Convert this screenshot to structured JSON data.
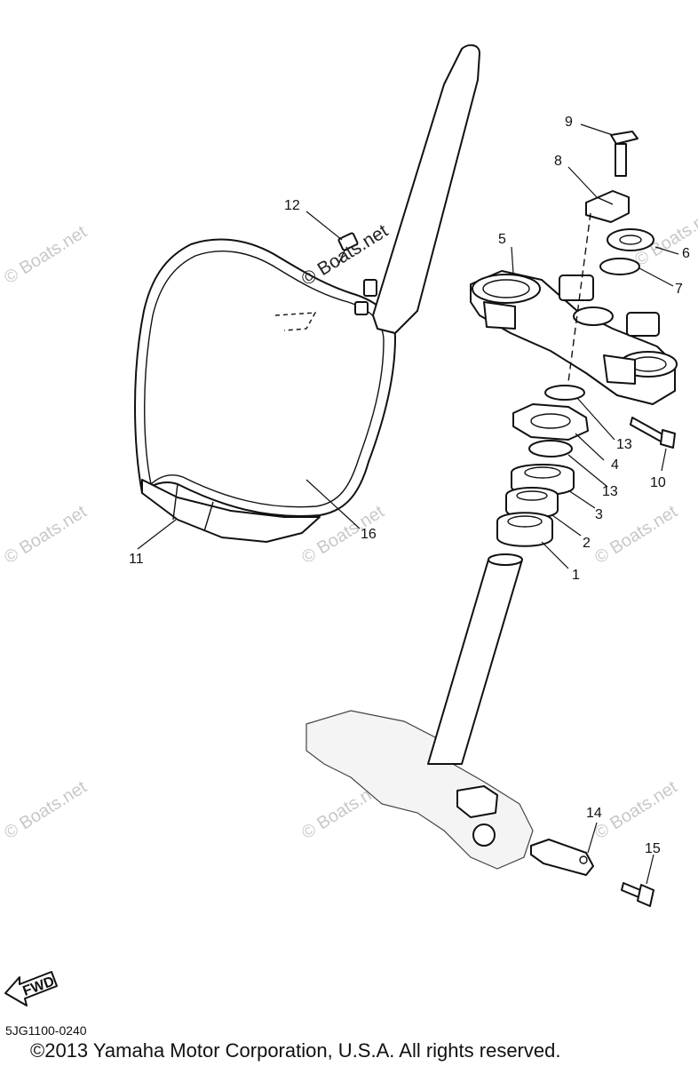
{
  "callouts": {
    "c1": "1",
    "c2": "2",
    "c3": "3",
    "c4": "4",
    "c5": "5",
    "c6": "6",
    "c7": "7",
    "c8": "8",
    "c9": "9",
    "c10": "10",
    "c11": "11",
    "c12": "12",
    "c13a": "13",
    "c13b": "13",
    "c14": "14",
    "c15": "15",
    "c16": "16"
  },
  "watermark": {
    "text": "© Boats.net",
    "main_text": "© Boats.net"
  },
  "fwd_label": "FWD",
  "diagram_code": "5JG1100-0240",
  "copyright": "©2013 Yamaha Motor Corporation, U.S.A. All rights reserved."
}
